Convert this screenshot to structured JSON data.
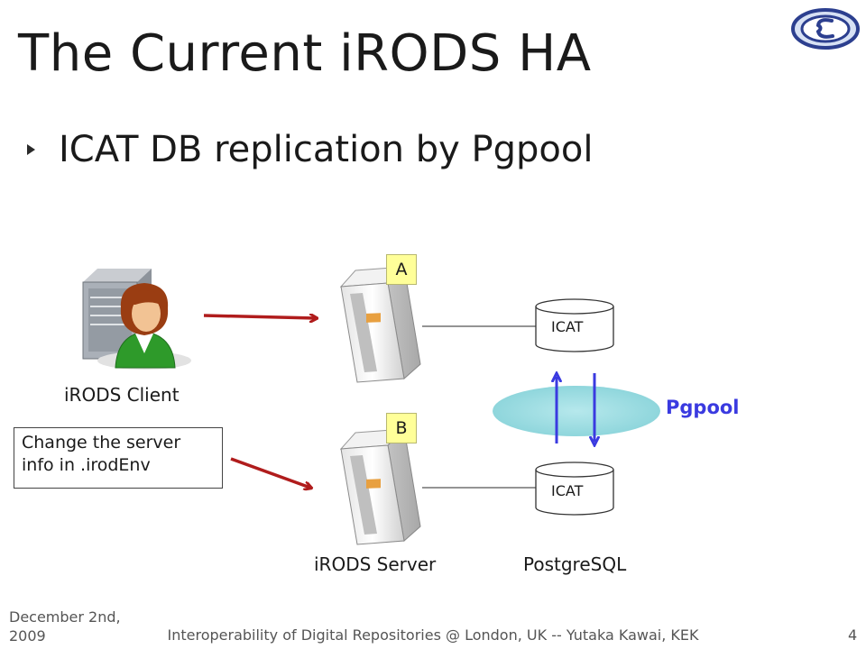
{
  "slide": {
    "title": "The Current iRODS HA",
    "bullet": "ICAT DB replication by Pgpool"
  },
  "diagram": {
    "client_label": "iRODS Client",
    "callout_line1": "Change the server",
    "callout_line2": "info in .irodEnv",
    "server_a_tag": "A",
    "server_b_tag": "B",
    "server_label": "iRODS Server",
    "db_label": "PostgreSQL",
    "icat_a": "ICAT",
    "icat_b": "ICAT",
    "pgpool_label": "Pgpool"
  },
  "colors": {
    "arrow_red": "#b01c1c",
    "arrow_blue": "#3a3ae0",
    "pgpool_ellipse": "#9fdde2",
    "tag_yellow": "#ffff99"
  },
  "footer": {
    "date": "December 2nd, 2009",
    "center": "Interoperability of Digital Repositories @ London, UK -- Yutaka Kawai, KEK",
    "page": "4"
  }
}
